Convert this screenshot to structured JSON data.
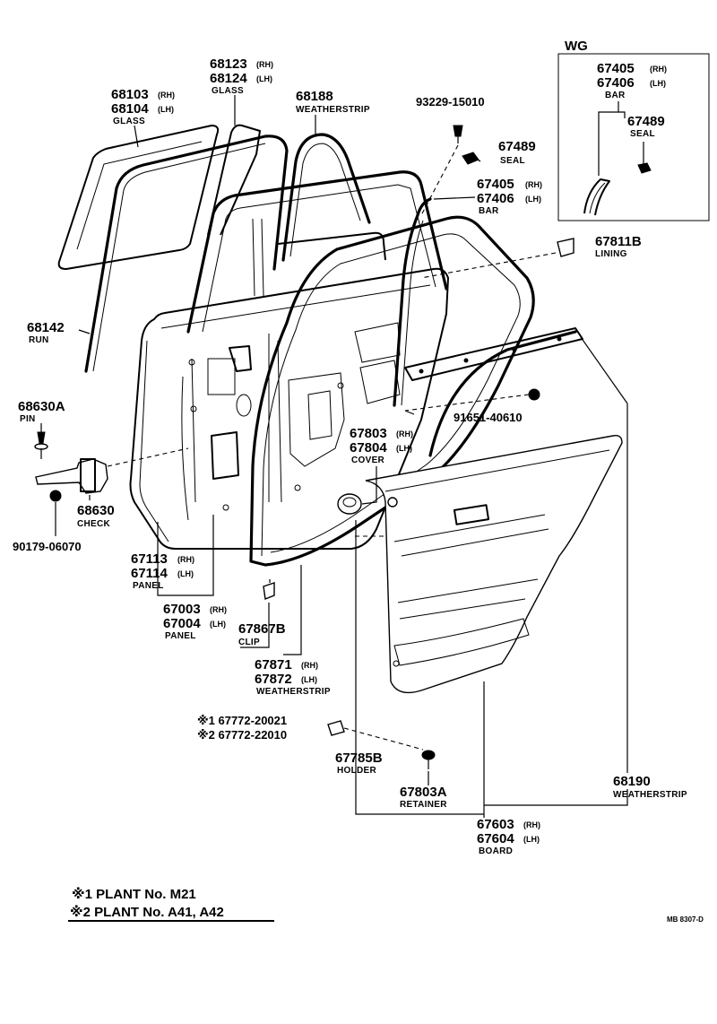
{
  "wg_box": {
    "title": "WG"
  },
  "parts": {
    "p68103": {
      "line1": "68103",
      "sfx1": "(RH)",
      "line2": "68104",
      "sfx2": "(LH)",
      "name": "GLASS"
    },
    "p68123": {
      "line1": "68123",
      "sfx1": "(RH)",
      "line2": "68124",
      "sfx2": "(LH)",
      "name": "GLASS"
    },
    "p68188": {
      "line1": "68188",
      "name": "WEATHERSTRIP"
    },
    "p93229": {
      "line1": "93229-15010"
    },
    "p67489a": {
      "line1": "67489",
      "name": "SEAL"
    },
    "p67405a": {
      "line1": "67405",
      "sfx1": "(RH)",
      "line2": "67406",
      "sfx2": "(LH)",
      "name": "BAR"
    },
    "p67405b": {
      "line1": "67405",
      "sfx1": "(RH)",
      "line2": "67406",
      "sfx2": "(LH)",
      "name": "BAR"
    },
    "p67489b": {
      "line1": "67489",
      "name": "SEAL"
    },
    "p67811": {
      "line1": "67811B",
      "name": "LINING"
    },
    "p68142": {
      "line1": "68142",
      "name": "RUN"
    },
    "p68630A": {
      "line1": "68630A",
      "name": "PIN"
    },
    "p68630": {
      "line1": "68630",
      "name": "CHECK"
    },
    "p90179": {
      "line1": "90179-06070"
    },
    "p91651": {
      "line1": "91651-40610"
    },
    "p67803": {
      "line1": "67803",
      "sfx1": "(RH)",
      "line2": "67804",
      "sfx2": "(LH)",
      "name": "COVER"
    },
    "p67113": {
      "line1": "67113",
      "sfx1": "(RH)",
      "line2": "67114",
      "sfx2": "(LH)",
      "name": "PANEL"
    },
    "p67003": {
      "line1": "67003",
      "sfx1": "(RH)",
      "line2": "67004",
      "sfx2": "(LH)",
      "name": "PANEL"
    },
    "p67867": {
      "line1": "67867B",
      "name": "CLIP"
    },
    "p67871": {
      "line1": "67871",
      "sfx1": "(RH)",
      "line2": "67872",
      "sfx2": "(LH)",
      "name": "WEATHERSTRIP"
    },
    "p67772": {
      "line1": "※1 67772-20021",
      "line2": "※2 67772-22010"
    },
    "p67785": {
      "line1": "67785B",
      "name": "HOLDER"
    },
    "p67803A": {
      "line1": "67803A",
      "name": "RETAINER"
    },
    "p68190": {
      "line1": "68190",
      "name": "WEATHERSTRIP"
    },
    "p67603": {
      "line1": "67603",
      "sfx1": "(RH)",
      "line2": "67604",
      "sfx2": "(LH)",
      "name": "BOARD"
    }
  },
  "notes": {
    "note1": "※1 PLANT  No.  M21",
    "note2": "※2 PLANT  No.  A41,  A42"
  },
  "ref_code": "MB 8307-D"
}
